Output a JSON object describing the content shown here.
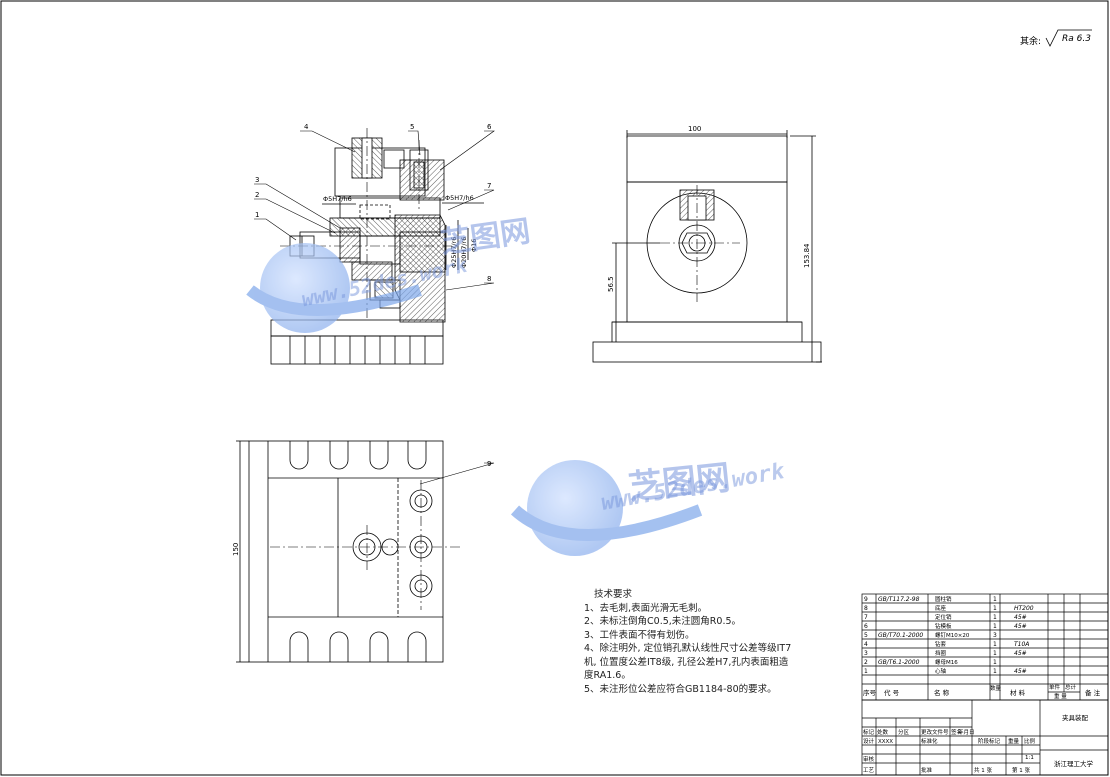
{
  "roughness": {
    "prefix": "其余:",
    "value": "Ra 6.3"
  },
  "balloons": [
    "1",
    "2",
    "3",
    "4",
    "5",
    "6",
    "7",
    "8",
    "9"
  ],
  "dims": {
    "fit_left": "Φ5H7/h6",
    "fit_right": "Φ5H7/h6",
    "vert_a": "Φ25H7/r6",
    "vert_b": "Φ20H7/r6",
    "vert_c": "Φ16",
    "top_width": "100",
    "height_right": "153.84",
    "height_left": "56.5",
    "plan_height": "150"
  },
  "tech": {
    "title": "技术要求",
    "items": [
      "1、去毛刺,表面光滑无毛刺。",
      "2、未标注倒角C0.5,未注圆角R0.5。",
      "3、工件表面不得有划伤。",
      "4、除注明外, 定位销孔默认线性尺寸公差等级IT7",
      "机, 位置度公差IT8级, 孔径公差H7,孔内表面粗造",
      "度RA1.6。",
      "5、未注形位公差应符合GB1184-80的要求。"
    ]
  },
  "bom": [
    {
      "no": "9",
      "code": "GB/T117.2-98",
      "name": "圆柱销",
      "qty": "1",
      "mat": ""
    },
    {
      "no": "8",
      "code": "",
      "name": "底座",
      "qty": "1",
      "mat": "HT200"
    },
    {
      "no": "7",
      "code": "",
      "name": "定位销",
      "qty": "1",
      "mat": "45#"
    },
    {
      "no": "6",
      "code": "",
      "name": "钻模板",
      "qty": "1",
      "mat": "45#"
    },
    {
      "no": "5",
      "code": "GB/T70.1-2000",
      "name": "螺钉M10×20",
      "qty": "3",
      "mat": ""
    },
    {
      "no": "4",
      "code": "",
      "name": "钻套",
      "qty": "1",
      "mat": "T10A"
    },
    {
      "no": "3",
      "code": "",
      "name": "挡圈",
      "qty": "1",
      "mat": "45#"
    },
    {
      "no": "2",
      "code": "GB/T6.1-2000",
      "name": "螺母M16",
      "qty": "1",
      "mat": ""
    },
    {
      "no": "1",
      "code": "",
      "name": "心轴",
      "qty": "1",
      "mat": "45#"
    }
  ],
  "bom_header": {
    "no": "序号",
    "code": "代  号",
    "name": "名  称",
    "qty": "数量",
    "mat": "材  料",
    "unit_w": "单件",
    "total_w": "总计",
    "weight": "重  量",
    "note": "备 注"
  },
  "title_block": {
    "marks": "标记",
    "count": "处数",
    "zone": "分区",
    "change": "更改文件号",
    "sign": "签名",
    "date": "年月日",
    "design": "设计",
    "design_name": "XXXX",
    "std": "标准化",
    "check": "审核",
    "process": "工艺",
    "approve": "批准",
    "stage": "阶段标记",
    "weight": "重量",
    "scale": "比例",
    "scale_val": "1:1",
    "sheet_total": "共 1 张",
    "sheet_no": "第 1 张",
    "drawing_name": "夹具装配",
    "school": "浙江理工大学"
  },
  "watermark": {
    "cn": "芝图网",
    "url": "www.52des.work"
  }
}
